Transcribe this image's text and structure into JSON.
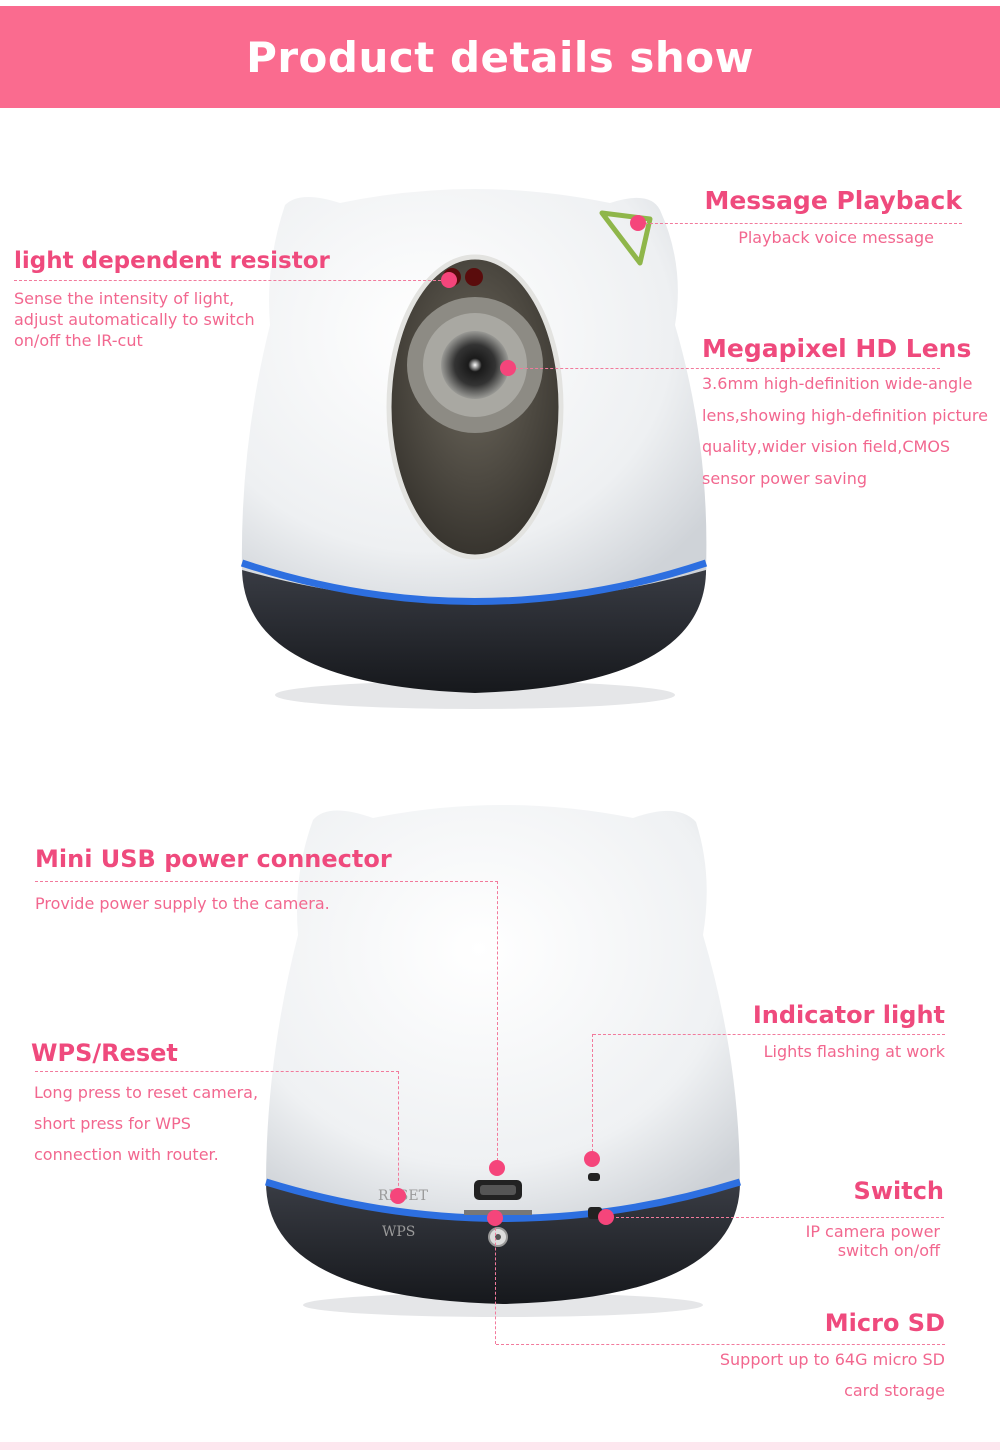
{
  "banner": {
    "title": "Product details show"
  },
  "colors": {
    "accent": "#fa6b8f",
    "callout_text": "#ef4a7d",
    "ring_blue": "#2d6fe0",
    "base_dark": "#2b2e35"
  },
  "front_view": {
    "light_sensor": {
      "title": "light dependent resistor",
      "description": "Sense the intensity of light, adjust automatically to switch on/off the IR-cut"
    },
    "message_playback": {
      "title": "Message Playback",
      "description": "Playback voice message"
    },
    "lens": {
      "title": "Megapixel HD Lens",
      "description": "3.6mm high-definition wide-angle lens,showing high-definition picture quality,wider vision field,CMOS sensor power saving"
    }
  },
  "back_view": {
    "usb": {
      "title": "Mini USB power connector",
      "description": "Provide power supply to the camera."
    },
    "wps_reset": {
      "title": "WPS/Reset",
      "description": "Long press to reset camera, short press for WPS connection with router."
    },
    "indicator": {
      "title": "Indicator light",
      "description": "Lights flashing at work"
    },
    "switch": {
      "title": "Switch",
      "description": "IP camera power switch on/off"
    },
    "micro_sd": {
      "title": "Micro SD",
      "description": "Support up to 64G micro SD card storage"
    },
    "port_labels": {
      "reset": "RESET",
      "wps": "WPS"
    }
  }
}
